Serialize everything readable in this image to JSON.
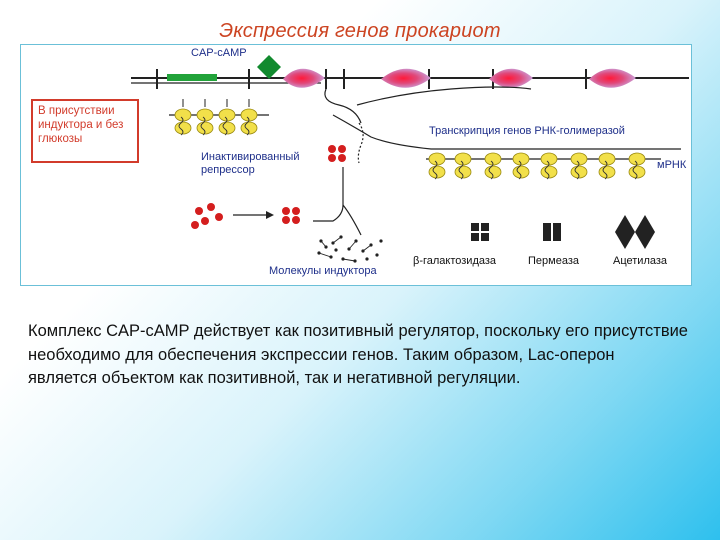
{
  "slide": {
    "title": "Экспрессия генов прокариот",
    "paragraph": "Комплекс CAP-cAMP действует как позитивный регулятор, поскольку его присутствие необходимо для обеспечения экспрессии генов. Таким образом, Lac-оперон является объектом как позитивной, так и негативной регуляции."
  },
  "figure": {
    "condition_box": "В присутствии индуктора и без глюкозы",
    "cap_label": "CAP-cAMP",
    "inactivated_repressor": "Инактивированный репрессор",
    "transcription_label": "Транскрипция генов РНК-голимеразой",
    "mrna_label": "мРНК",
    "inducer_label": "Молекулы индуктора",
    "products": [
      "β-галактозидаза",
      "Пермеаза",
      "Ацетилаза"
    ]
  },
  "colors": {
    "title": "#cc4422",
    "cap_bar": "#22a33a",
    "cap_diamond": "#118a2e",
    "label_blue": "#1e2f8a",
    "repressor_red": "#d41e1e",
    "ribosome_yellow": "#f2e04a"
  }
}
